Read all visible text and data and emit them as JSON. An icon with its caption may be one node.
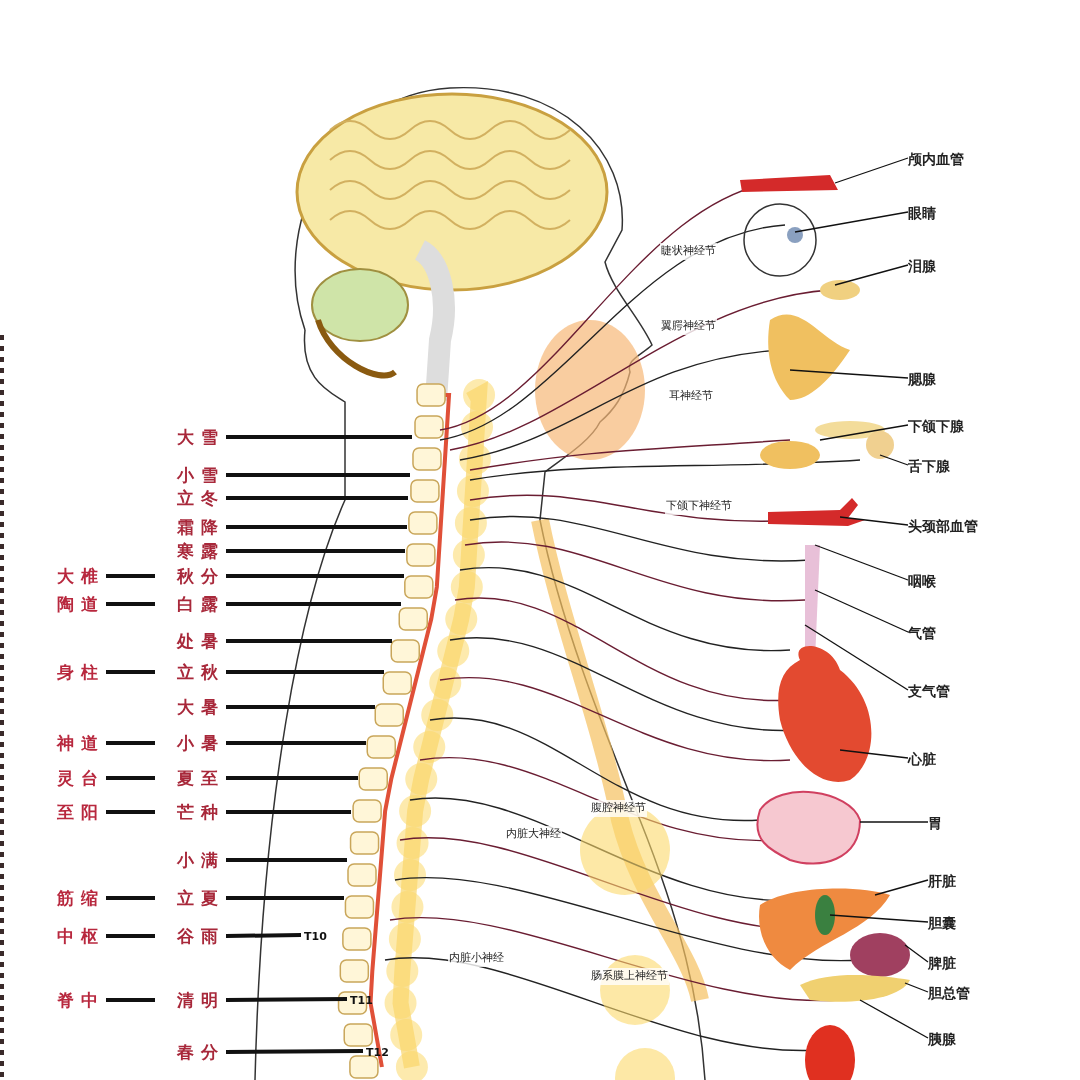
{
  "diagram": {
    "nodes": [
      {
        "text": [
          "大雪"
        ]
      },
      {
        "text": [
          "小雪"
        ]
      },
      {
        "text": [
          "立冬"
        ]
      },
      {
        "text": [
          "霜降"
        ]
      },
      {
        "text": [
          "寒露"
        ]
      },
      {
        "text": [
          "秋分"
        ]
      },
      {
        "text": [
          "白露"
        ]
      },
      {
        "text": [
          "处暑"
        ]
      },
      {
        "text": [
          "立秋"
        ]
      },
      {
        "text": [
          "大暑"
        ]
      },
      {
        "text": [
          "小暑"
        ]
      },
      {
        "text": [
          "夏至"
        ]
      },
      {
        "text": [
          "芒种"
        ]
      },
      {
        "text": [
          "小满"
        ]
      },
      {
        "text": [
          "立夏"
        ]
      },
      {
        "text": [
          "谷雨"
        ]
      },
      {
        "text": [
          "清明"
        ]
      },
      {
        "text": [
          "春分"
        ]
      },
      {
        "text": [
          "大椎"
        ]
      },
      {
        "text": [
          "陶道"
        ]
      },
      {
        "text": [
          "身柱"
        ]
      },
      {
        "text": [
          "神道"
        ]
      },
      {
        "text": [
          "灵台"
        ]
      },
      {
        "text": [
          "至阳"
        ]
      },
      {
        "text": [
          "筋缩"
        ]
      },
      {
        "text": [
          "中枢"
        ]
      },
      {
        "text": [
          "脊中"
        ]
      },
      {
        "text": [
          "颅内血管"
        ]
      },
      {
        "text": [
          "眼睛"
        ]
      },
      {
        "text": [
          "泪腺"
        ]
      },
      {
        "text": [
          "腮腺"
        ]
      },
      {
        "text": [
          "下颌下腺"
        ]
      },
      {
        "text": [
          "舌下腺"
        ]
      },
      {
        "text": [
          "头颈部血管"
        ]
      },
      {
        "text": [
          "咽喉"
        ]
      },
      {
        "text": [
          "气管"
        ]
      },
      {
        "text": [
          "支气管"
        ]
      },
      {
        "text": [
          "心脏"
        ]
      },
      {
        "text": [
          "胃"
        ]
      },
      {
        "text": [
          "肝脏"
        ]
      },
      {
        "text": [
          "胆囊"
        ]
      },
      {
        "text": [
          "脾脏"
        ]
      },
      {
        "text": [
          "胆总管"
        ]
      },
      {
        "text": [
          "胰腺"
        ]
      },
      {
        "text": [
          "T10"
        ]
      },
      {
        "text": [
          "T11"
        ]
      },
      {
        "text": [
          "T12"
        ]
      }
    ],
    "edges": [
      {
        "from": 0,
        "to": null,
        "arrow": "none"
      },
      {
        "from": 1,
        "to": null,
        "arrow": "none"
      },
      {
        "from": 2,
        "to": null,
        "arrow": "none"
      },
      {
        "from": 3,
        "to": null,
        "arrow": "none"
      },
      {
        "from": 4,
        "to": null,
        "arrow": "none"
      },
      {
        "from": 5,
        "to": null,
        "arrow": "none"
      },
      {
        "from": 6,
        "to": null,
        "arrow": "none"
      },
      {
        "from": 7,
        "to": null,
        "arrow": "none"
      },
      {
        "from": 8,
        "to": null,
        "arrow": "none"
      },
      {
        "from": 9,
        "to": null,
        "arrow": "none"
      },
      {
        "from": 10,
        "to": null,
        "arrow": "none"
      },
      {
        "from": 11,
        "to": null,
        "arrow": "none"
      },
      {
        "from": 12,
        "to": null,
        "arrow": "none"
      },
      {
        "from": 13,
        "to": null,
        "arrow": "none"
      },
      {
        "from": 14,
        "to": null,
        "arrow": "none"
      },
      {
        "from": 15,
        "to": 44,
        "arrow": "none"
      },
      {
        "from": 16,
        "to": 45,
        "arrow": "none"
      },
      {
        "from": 17,
        "to": 46,
        "arrow": "none"
      },
      {
        "from": 18,
        "to": 5,
        "arrow": "none"
      },
      {
        "from": 19,
        "to": 6,
        "arrow": "none"
      },
      {
        "from": 20,
        "to": 8,
        "arrow": "none"
      },
      {
        "from": 21,
        "to": 10,
        "arrow": "none"
      },
      {
        "from": 22,
        "to": 11,
        "arrow": "none"
      },
      {
        "from": 23,
        "to": 12,
        "arrow": "none"
      },
      {
        "from": 24,
        "to": 14,
        "arrow": "none"
      },
      {
        "from": 25,
        "to": 15,
        "arrow": "none"
      },
      {
        "from": 26,
        "to": 16,
        "arrow": "none"
      },
      {
        "from": 27,
        "to": null,
        "arrow": "none"
      },
      {
        "from": 28,
        "to": null,
        "arrow": "none"
      },
      {
        "from": 29,
        "to": null,
        "arrow": "none"
      },
      {
        "from": 30,
        "to": null,
        "arrow": "none"
      },
      {
        "from": 31,
        "to": null,
        "arrow": "none"
      },
      {
        "from": 32,
        "to": null,
        "arrow": "none"
      },
      {
        "from": 33,
        "to": null,
        "arrow": "none"
      },
      {
        "from": 34,
        "to": null,
        "arrow": "none"
      },
      {
        "from": 35,
        "to": null,
        "arrow": "none"
      },
      {
        "from": 36,
        "to": null,
        "arrow": "none"
      },
      {
        "from": 37,
        "to": null,
        "arrow": "none"
      },
      {
        "from": 38,
        "to": null,
        "arrow": "none"
      },
      {
        "from": 39,
        "to": null,
        "arrow": "none"
      },
      {
        "from": 40,
        "to": null,
        "arrow": "none"
      },
      {
        "from": 41,
        "to": null,
        "arrow": "none"
      },
      {
        "from": 42,
        "to": null,
        "arrow": "none"
      },
      {
        "from": 43,
        "to": null,
        "arrow": "none"
      }
    ],
    "labels": [
      "睫状神经节",
      "翼腭神经节",
      "耳神经节",
      "下颌下神经节",
      "腹腔神经节",
      "内脏大神经",
      "内脏小神经",
      "肠系膜上神经节"
    ]
  }
}
